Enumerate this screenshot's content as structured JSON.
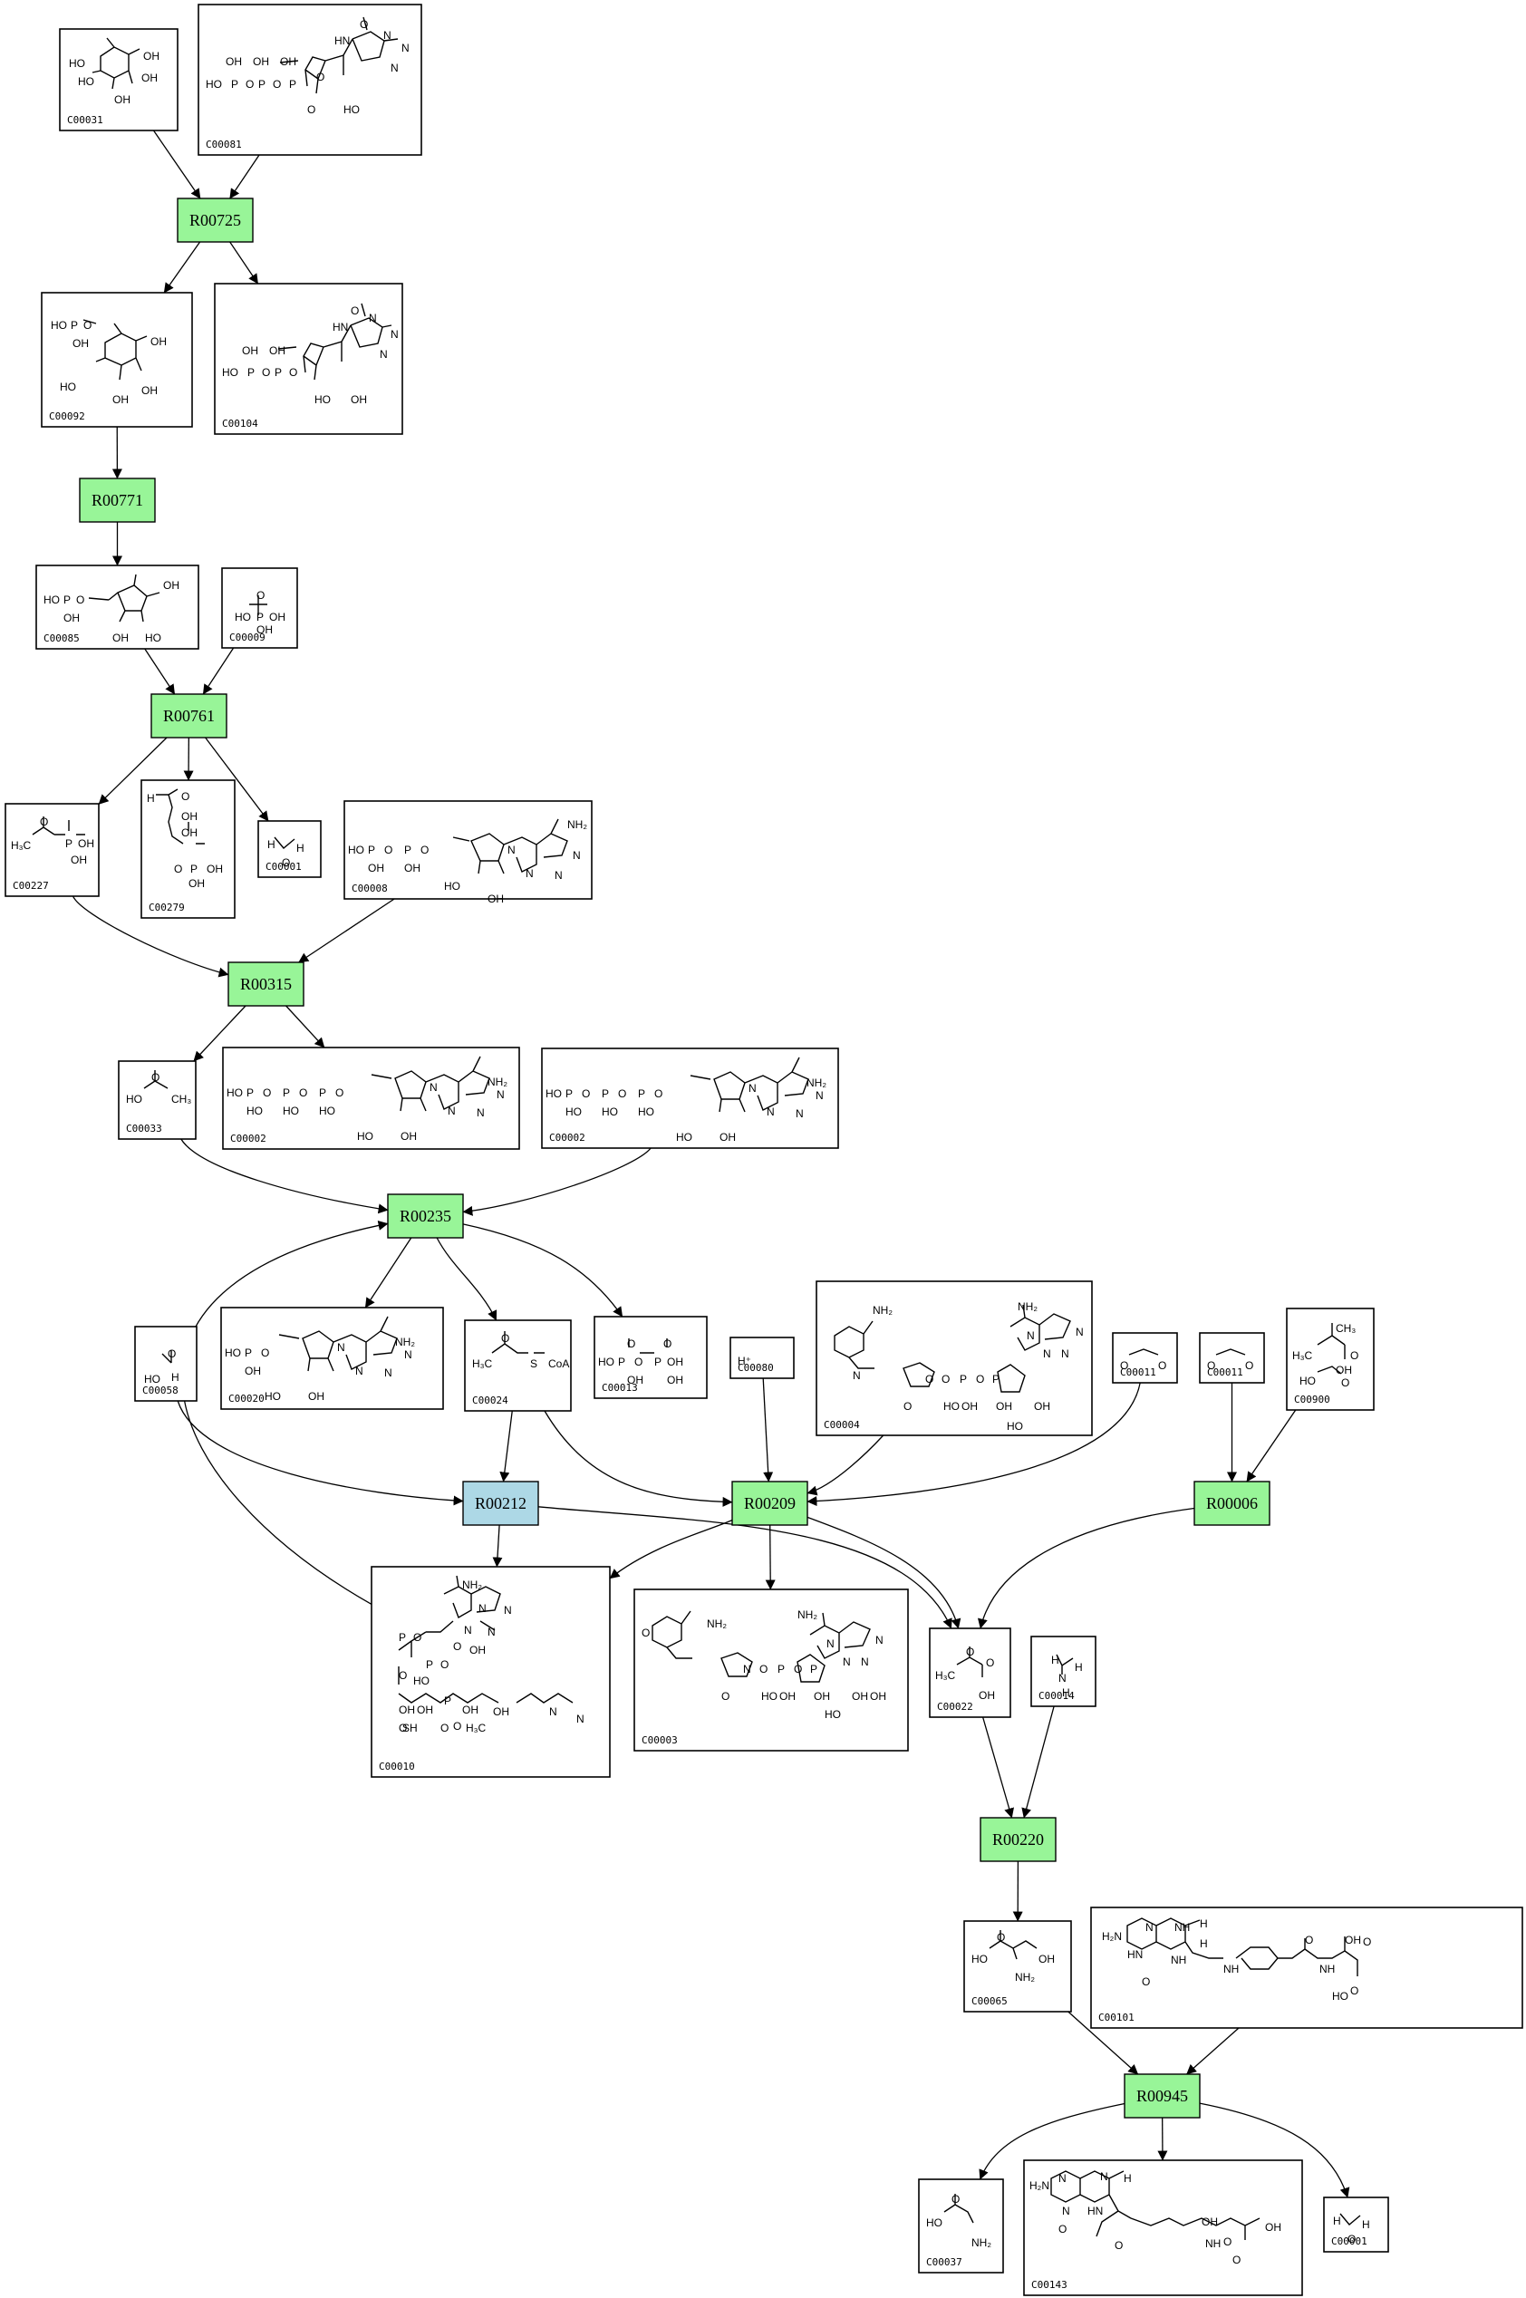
{
  "colors": {
    "reaction_fill": "#98f598",
    "reaction_highlight_fill": "#add8e6",
    "stroke": "#000000",
    "background": "#ffffff"
  },
  "compounds": [
    {
      "id": "c00031-a",
      "label": "C00031",
      "atoms": [
        "HO",
        "OH",
        "HO",
        "OH",
        "OH"
      ]
    },
    {
      "id": "c00081",
      "label": "C00081",
      "atoms": [
        "O",
        "HN",
        "N",
        "N",
        "N",
        "OH",
        "OH",
        "OH",
        "HO",
        "P",
        "O",
        "P",
        "O",
        "P",
        "O",
        "O",
        "HO",
        "OH"
      ]
    },
    {
      "id": "c00092",
      "label": "C00092",
      "atoms": [
        "HO",
        "P",
        "O",
        "OH",
        "OH",
        "OH",
        "HO",
        "OH"
      ]
    },
    {
      "id": "c00104",
      "label": "C00104",
      "atoms": [
        "O",
        "HN",
        "N",
        "N",
        "N",
        "OH",
        "OH",
        "HO",
        "P",
        "O",
        "P",
        "O",
        "HO",
        "OH"
      ]
    },
    {
      "id": "c00085",
      "label": "C00085",
      "atoms": [
        "HO",
        "P",
        "O",
        "OH",
        "OH",
        "HO",
        "OH"
      ]
    },
    {
      "id": "c00009",
      "label": "C00009",
      "atoms": [
        "O",
        "HO",
        "P",
        "OH",
        "OH"
      ]
    },
    {
      "id": "c00227",
      "label": "C00227",
      "atoms": [
        "H₃C",
        "O",
        "P",
        "OH",
        "OH"
      ]
    },
    {
      "id": "c00279",
      "label": "C00279",
      "atoms": [
        "H",
        "O",
        "OH",
        "OH",
        "O",
        "P",
        "OH",
        "OH"
      ]
    },
    {
      "id": "c00001-a",
      "label": "C00001",
      "atoms": [
        "H",
        "O",
        "H"
      ]
    },
    {
      "id": "c00008",
      "label": "C00008",
      "atoms": [
        "NH₂",
        "N",
        "N",
        "N",
        "N",
        "HO",
        "P",
        "O",
        "P",
        "O",
        "OH",
        "OH",
        "HO",
        "OH"
      ]
    },
    {
      "id": "c00033",
      "label": "C00033",
      "atoms": [
        "O",
        "HO",
        "CH₃"
      ]
    },
    {
      "id": "c00002-a",
      "label": "C00002",
      "atoms": [
        "NH₂",
        "N",
        "N",
        "N",
        "N",
        "HO",
        "P",
        "O",
        "P",
        "O",
        "P",
        "O",
        "HO",
        "HO",
        "HO",
        "HO",
        "OH"
      ]
    },
    {
      "id": "c00002-b",
      "label": "C00002",
      "atoms": [
        "NH₂",
        "N",
        "N",
        "N",
        "N",
        "HO",
        "P",
        "O",
        "P",
        "O",
        "P",
        "O",
        "HO",
        "HO",
        "HO",
        "HO",
        "OH"
      ]
    },
    {
      "id": "c00058",
      "label": "C00058",
      "atoms": [
        "O",
        "HO",
        "H"
      ]
    },
    {
      "id": "c00020",
      "label": "C00020",
      "atoms": [
        "NH₂",
        "N",
        "N",
        "N",
        "N",
        "HO",
        "P",
        "O",
        "OH",
        "HO",
        "OH"
      ]
    },
    {
      "id": "c00024",
      "label": "C00024",
      "atoms": [
        "O",
        "H₃C",
        "S",
        "CoA"
      ]
    },
    {
      "id": "c00013",
      "label": "C00013",
      "atoms": [
        "O",
        "O",
        "HO",
        "P",
        "O",
        "P",
        "OH",
        "OH",
        "OH"
      ]
    },
    {
      "id": "c00080",
      "label": "C00080",
      "atoms": [
        "H⁺"
      ]
    },
    {
      "id": "c00004",
      "label": "C00004",
      "atoms": [
        "NH₂",
        "NH₂",
        "N",
        "N",
        "N",
        "N",
        "N",
        "O",
        "O",
        "P",
        "O",
        "P",
        "O",
        "HO",
        "OH",
        "OH",
        "OH",
        "HO",
        "OH"
      ]
    },
    {
      "id": "c00011-a",
      "label": "C00011",
      "atoms": [
        "O",
        "O"
      ]
    },
    {
      "id": "c00011-b",
      "label": "C00011",
      "atoms": [
        "O",
        "O"
      ]
    },
    {
      "id": "c00900",
      "label": "C00900",
      "atoms": [
        "CH₃",
        "H₃C",
        "O",
        "OH",
        "HO",
        "O"
      ]
    },
    {
      "id": "c00010",
      "label": "C00010",
      "atoms": [
        "NH₂",
        "N",
        "N",
        "N",
        "N",
        "O",
        "OH",
        "P",
        "O",
        "O",
        "HO",
        "P",
        "O",
        "OH",
        "O",
        "OH",
        "P",
        "O",
        "H₃C",
        "OH",
        "N",
        "N",
        "SH",
        "OH",
        "O",
        "O"
      ]
    },
    {
      "id": "c00003-b",
      "label": "C00003",
      "atoms": [
        "NH₂",
        "NH₂",
        "O",
        "N",
        "N",
        "N",
        "N",
        "N",
        "O",
        "P",
        "O",
        "P",
        "O",
        "HO",
        "OH",
        "OH",
        "OH",
        "HO",
        "OH"
      ]
    },
    {
      "id": "c00022",
      "label": "C00022",
      "atoms": [
        "O",
        "H₃C",
        "O",
        "OH"
      ]
    },
    {
      "id": "c00014",
      "label": "C00014",
      "atoms": [
        "H",
        "N",
        "H",
        "H"
      ]
    },
    {
      "id": "c00065",
      "label": "C00065",
      "atoms": [
        "O",
        "HO",
        "OH",
        "NH₂"
      ]
    },
    {
      "id": "c00101",
      "label": "C00101",
      "atoms": [
        "H₂N",
        "N",
        "NH",
        "HN",
        "NH",
        "H",
        "H",
        "NH",
        "O",
        "OH",
        "O",
        "NH",
        "O",
        "HO",
        "O"
      ]
    },
    {
      "id": "c00037",
      "label": "C00037",
      "atoms": [
        "O",
        "HO",
        "NH₂"
      ]
    },
    {
      "id": "c00143",
      "label": "C00143",
      "atoms": [
        "H₂N",
        "N",
        "N",
        "HN",
        "N",
        "H",
        "O",
        "O",
        "OH",
        "NH",
        "O",
        "OH",
        "O"
      ]
    },
    {
      "id": "c00001-b",
      "label": "C00001",
      "atoms": [
        "H",
        "O",
        "H"
      ]
    }
  ],
  "reactions": [
    {
      "id": "r00725",
      "label": "R00725"
    },
    {
      "id": "r00771",
      "label": "R00771"
    },
    {
      "id": "r00761",
      "label": "R00761"
    },
    {
      "id": "r00315",
      "label": "R00315"
    },
    {
      "id": "r00235",
      "label": "R00235"
    },
    {
      "id": "r00212",
      "label": "R00212",
      "highlight": true
    },
    {
      "id": "r00209",
      "label": "R00209"
    },
    {
      "id": "r00006",
      "label": "R00006"
    },
    {
      "id": "r00220",
      "label": "R00220"
    },
    {
      "id": "r00945",
      "label": "R00945"
    }
  ],
  "edges": [
    {
      "from": "c00031-a",
      "to": "r00725"
    },
    {
      "from": "c00081",
      "to": "r00725"
    },
    {
      "from": "r00725",
      "to": "c00092"
    },
    {
      "from": "r00725",
      "to": "c00104"
    },
    {
      "from": "c00092",
      "to": "r00771"
    },
    {
      "from": "r00771",
      "to": "c00085"
    },
    {
      "from": "c00085",
      "to": "r00761"
    },
    {
      "from": "c00009",
      "to": "r00761"
    },
    {
      "from": "r00761",
      "to": "c00227"
    },
    {
      "from": "r00761",
      "to": "c00279"
    },
    {
      "from": "r00761",
      "to": "c00001-a"
    },
    {
      "from": "c00227",
      "to": "r00315"
    },
    {
      "from": "c00008",
      "to": "r00315"
    },
    {
      "from": "r00315",
      "to": "c00033"
    },
    {
      "from": "r00315",
      "to": "c00002-a"
    },
    {
      "from": "c00033",
      "to": "r00235"
    },
    {
      "from": "c00002-b",
      "to": "r00235"
    },
    {
      "from": "c00010",
      "to": "r00235"
    },
    {
      "from": "r00235",
      "to": "c00020"
    },
    {
      "from": "r00235",
      "to": "c00024"
    },
    {
      "from": "r00235",
      "to": "c00013"
    },
    {
      "from": "c00058",
      "to": "r00212"
    },
    {
      "from": "c00024",
      "to": "r00212"
    },
    {
      "from": "c00024",
      "to": "r00209"
    },
    {
      "from": "c00080",
      "to": "r00209"
    },
    {
      "from": "c00004",
      "to": "r00209"
    },
    {
      "from": "c00011-a",
      "to": "r00209"
    },
    {
      "from": "c00011-b",
      "to": "r00006"
    },
    {
      "from": "c00900",
      "to": "r00006"
    },
    {
      "from": "r00212",
      "to": "c00010"
    },
    {
      "from": "r00212",
      "to": "c00022"
    },
    {
      "from": "r00209",
      "to": "c00010"
    },
    {
      "from": "r00209",
      "to": "c00003-b"
    },
    {
      "from": "r00209",
      "to": "c00022"
    },
    {
      "from": "r00006",
      "to": "c00022"
    },
    {
      "from": "c00022",
      "to": "r00220"
    },
    {
      "from": "c00014",
      "to": "r00220"
    },
    {
      "from": "r00220",
      "to": "c00065"
    },
    {
      "from": "c00065",
      "to": "r00945"
    },
    {
      "from": "c00101",
      "to": "r00945"
    },
    {
      "from": "r00945",
      "to": "c00037"
    },
    {
      "from": "r00945",
      "to": "c00143"
    },
    {
      "from": "r00945",
      "to": "c00001-b"
    }
  ]
}
